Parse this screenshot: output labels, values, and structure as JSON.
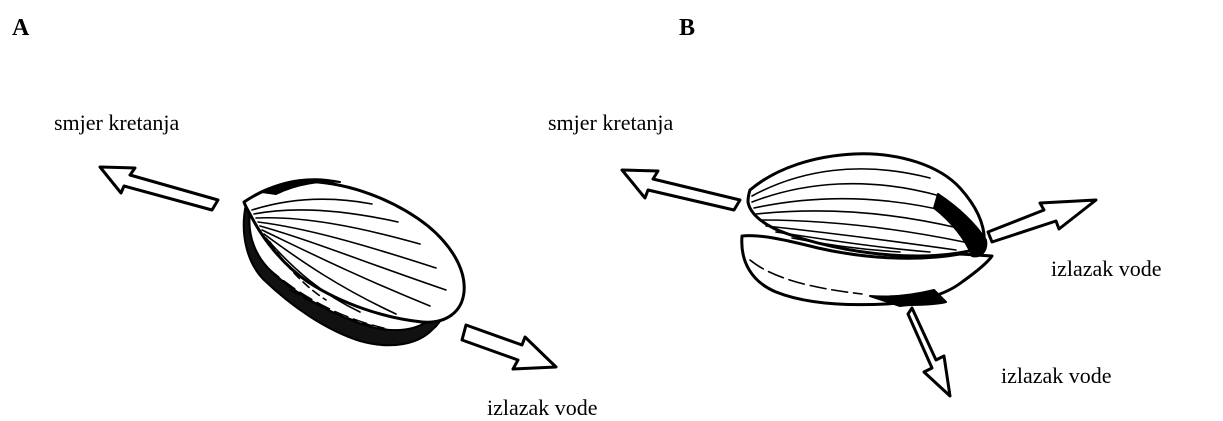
{
  "panels": [
    {
      "letter": "A",
      "labels": {
        "movement": "smjer kretanja",
        "water_out": "izlazak vode"
      }
    },
    {
      "letter": "B",
      "labels": {
        "movement": "smjer kretanja",
        "water_out_right": "izlazak vode",
        "water_out_bottom": "izlazak vode"
      }
    }
  ],
  "icons": {
    "shell": "scallop-shell-icon",
    "arrow": "outline-arrow-icon"
  },
  "colors": {
    "line": "#000000",
    "background": "#ffffff"
  }
}
